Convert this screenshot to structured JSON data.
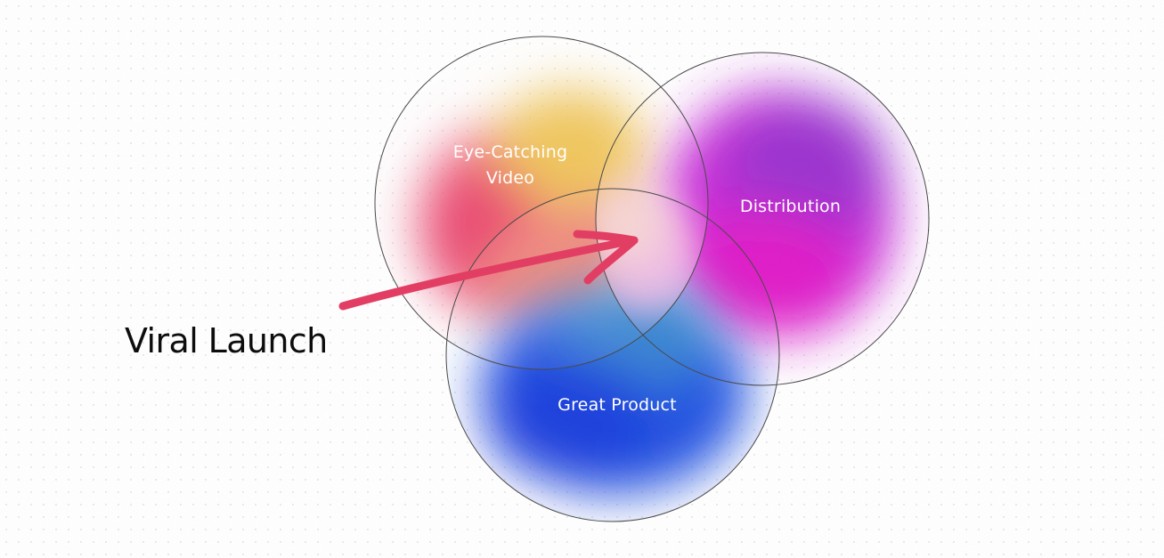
{
  "diagram": {
    "type": "venn",
    "sets": [
      {
        "id": "video",
        "label_lines": [
          "Eye-Catching",
          "Video"
        ],
        "colors": [
          "#f0c35a",
          "#ee5a7c",
          "#e84a6e"
        ]
      },
      {
        "id": "distribution",
        "label": "Distribution",
        "colors": [
          "#9a2bd6",
          "#dd1fcf",
          "#c21ad8"
        ]
      },
      {
        "id": "product",
        "label": "Great Product",
        "colors": [
          "#2a5ce8",
          "#1f46e0",
          "#3a8fd0"
        ]
      }
    ],
    "intersection": {
      "callout": "Viral Launch"
    },
    "arrow_color": "#e23e64",
    "outline_color": "#4a4a4a"
  }
}
